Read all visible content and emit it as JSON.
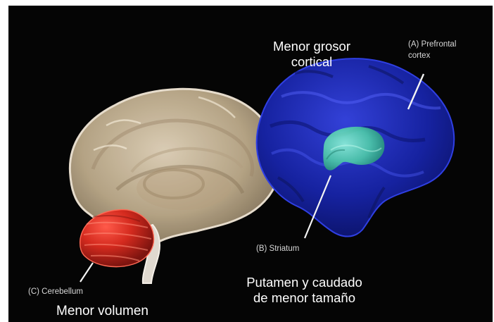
{
  "labels": {
    "main_annotation": [
      "Menor grosor",
      "cortical"
    ],
    "prefrontal": [
      "(A) Prefrontal",
      "cortex"
    ],
    "striatum": "(B) Striatum",
    "putamen": [
      "Putamen y caudado",
      "de menor tamaño"
    ],
    "cerebellum": "(C) Cerebellum",
    "volume": "Menor volumen"
  },
  "colors": {
    "background": "#050505",
    "left_brain": "#d8c2a0",
    "cerebellum": "#c4271f",
    "right_brain": "#1d2bb8",
    "striatum": "#47d4b0",
    "text": "#ffffff"
  }
}
